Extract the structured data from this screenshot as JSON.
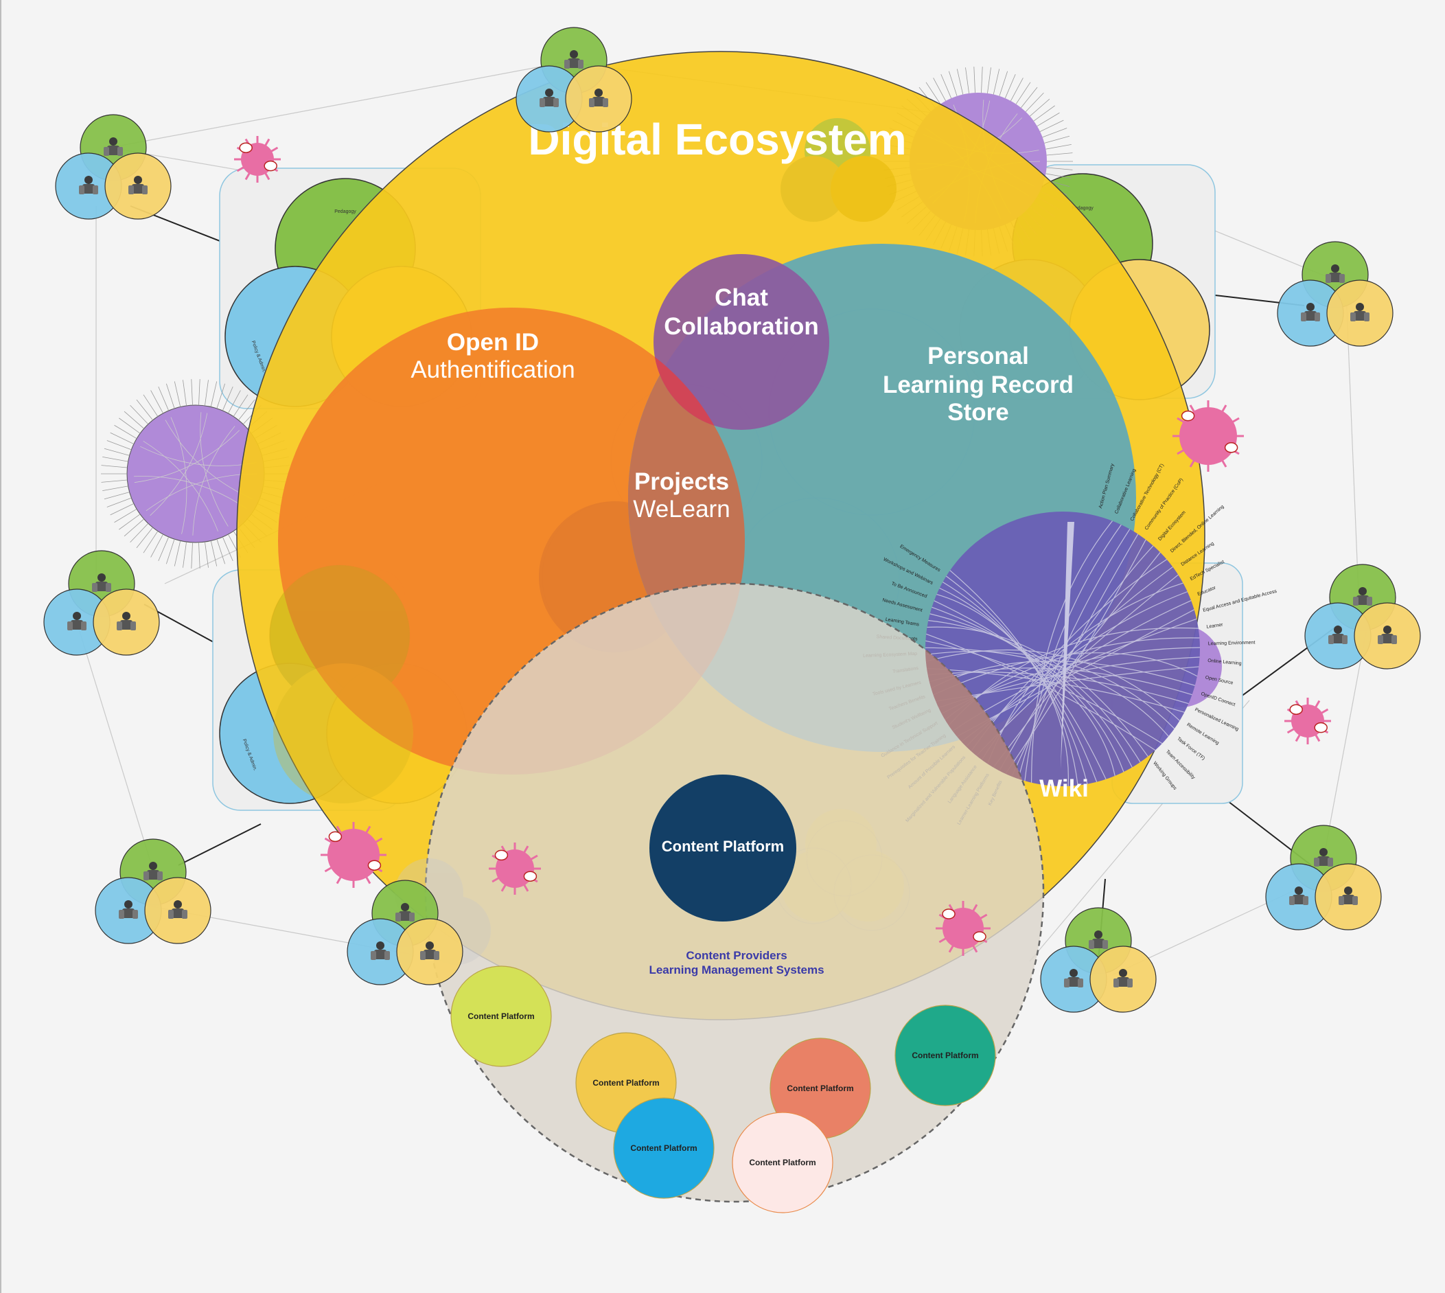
{
  "title": "Digital Ecosystem",
  "regions": {
    "openid": {
      "line1": "Open ID",
      "line2": "Authentification"
    },
    "chat": {
      "line1": "Chat",
      "line2": "Collaboration"
    },
    "plrs": {
      "line1": "Personal",
      "line2": "Learning Record",
      "line3": "Store"
    },
    "projects": {
      "line1": "Projects",
      "line2": "WeLearn"
    },
    "wiki": {
      "label": "Wiki"
    }
  },
  "main_platform": {
    "label": "Content Platform"
  },
  "providers": {
    "line1": "Content Providers",
    "line2": "Learning Management Systems"
  },
  "platforms": [
    {
      "label": "Content Platform",
      "color": "#d4e157"
    },
    {
      "label": "Content Platform",
      "color": "#f2c94c"
    },
    {
      "label": "Content Platform",
      "color": "#1ea9e1"
    },
    {
      "label": "Content Platform",
      "color": "#e98166"
    },
    {
      "label": "Content Platform",
      "color": "#fde8e6"
    },
    {
      "label": "Content Platform",
      "color": "#1fa98a"
    }
  ],
  "cluster_labels": {
    "pedagogy": "Pedagogy",
    "policy": "Policy & Admin."
  },
  "wiki_topics_right": [
    "Action Plan Summary",
    "Collaborative Learning",
    "Collaborative Technology (CT)",
    "Community of Practice (CoP)",
    "Digital Ecosystem",
    "Direct, Blended, Online Learning",
    "Distance Learning",
    "EdTech Specialist",
    "Educator",
    "Equal Access and Equitable Access",
    "Learner",
    "Learning Environment",
    "Online Learning",
    "Open Source",
    "OpenID Connect",
    "Personalized Learning",
    "Remote Learning",
    "Task Force (TF)",
    "Team Accessibility",
    "Working Groups"
  ],
  "wiki_topics_left": [
    "Emergency Measures",
    "Workshops and Webinars",
    "To Be Announced",
    "Needs Assessment",
    "Learning Teams",
    "Shared Documents",
    "Learning Ecosystem Map",
    "Translations",
    "Tools used by Learners",
    "Teachers Benefits",
    "Student's Wellbeing",
    "Guidance in Technical Support",
    "Prerequisites for Teacher Training",
    "Amount of Possible Learners",
    "Marginalized and Vulnerable Populations",
    "Language Assistance",
    "Learner-Learning Platforms",
    "Key Benefits"
  ],
  "colors": {
    "ecosystem": "#f7c91e",
    "openid": "#f2842a",
    "plrs": "#5ea8b8",
    "chat": "#8d5a9e",
    "projects": "#c7704e",
    "wiki": "#6a5fb5",
    "providers": "#dcd6cc",
    "main_platform": "#133f66",
    "green": "#86c04a",
    "blue": "#7fc8e8",
    "yellow": "#f5d36b",
    "purple": "#b08ad8",
    "pink": "#e86ea4"
  }
}
